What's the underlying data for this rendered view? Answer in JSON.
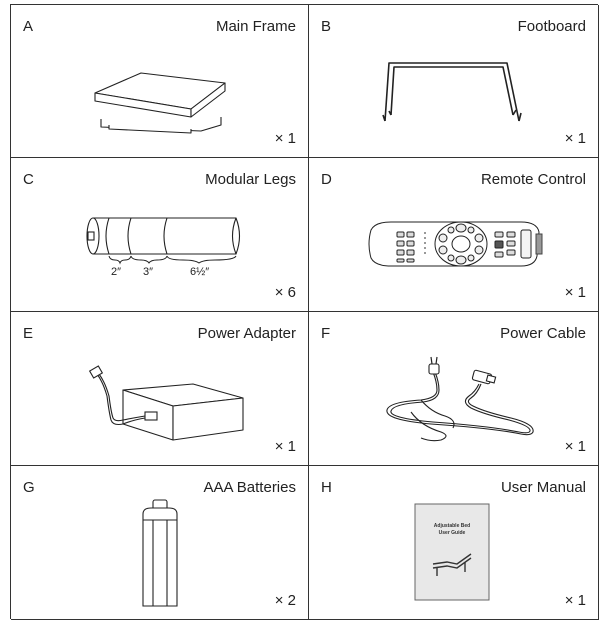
{
  "items": [
    {
      "letter": "A",
      "name": "Main Frame",
      "qty": "× 1",
      "icon": "main-frame-icon"
    },
    {
      "letter": "B",
      "name": "Footboard",
      "qty": "× 1",
      "icon": "footboard-icon"
    },
    {
      "letter": "C",
      "name": "Modular Legs",
      "qty": "× 6",
      "icon": "modular-legs-icon",
      "dims": [
        "2″",
        "3″",
        "6½″"
      ]
    },
    {
      "letter": "D",
      "name": "Remote Control",
      "qty": "× 1",
      "icon": "remote-control-icon"
    },
    {
      "letter": "E",
      "name": "Power Adapter",
      "qty": "× 1",
      "icon": "power-adapter-icon"
    },
    {
      "letter": "F",
      "name": "Power Cable",
      "qty": "× 1",
      "icon": "power-cable-icon"
    },
    {
      "letter": "G",
      "name": "AAA Batteries",
      "qty": "× 2",
      "icon": "battery-icon"
    },
    {
      "letter": "H",
      "name": "User Manual",
      "qty": "× 1",
      "icon": "user-manual-icon",
      "manual_title": [
        "Adjustable Bed",
        "User Guide"
      ]
    }
  ]
}
